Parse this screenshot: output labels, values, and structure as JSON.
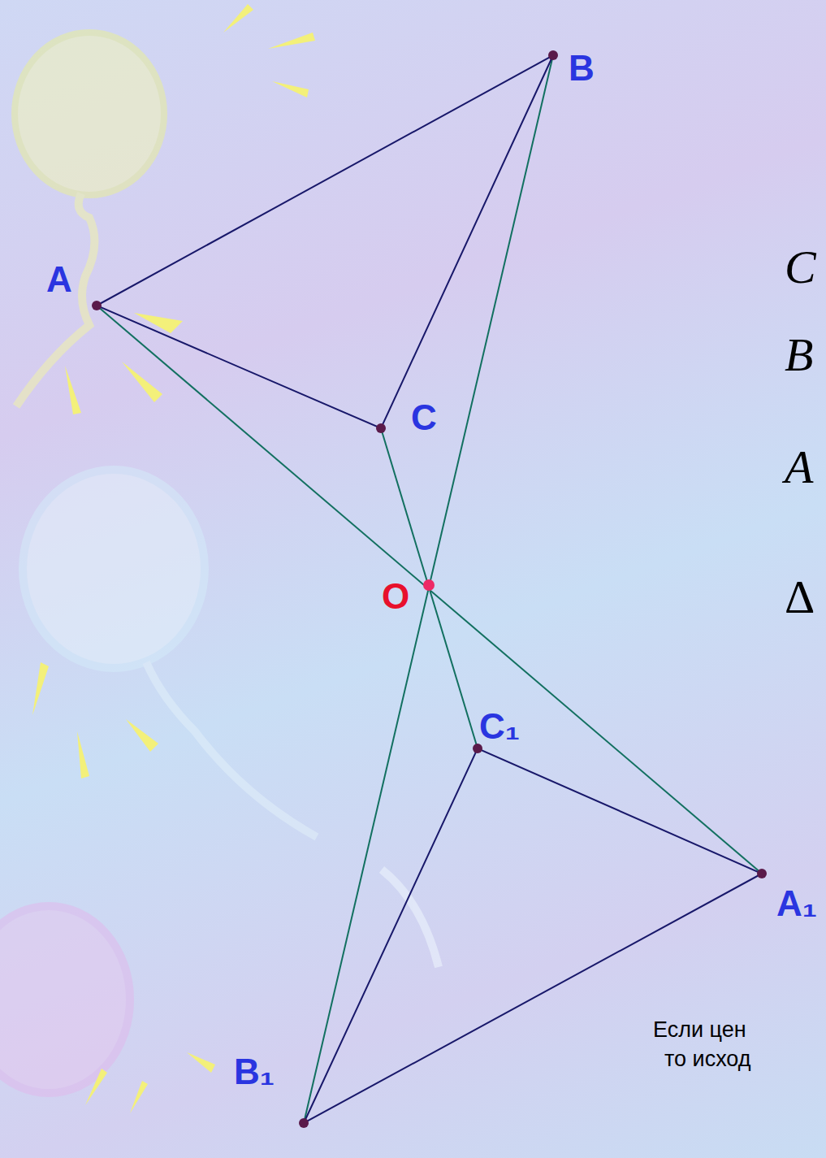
{
  "diagram": {
    "labels": [
      "A",
      "B",
      "C",
      "O",
      "C₁",
      "A₁",
      "B₁",
      "C",
      "B",
      "A",
      "Δ",
      "Если цен",
      "то исход"
    ]
  }
}
